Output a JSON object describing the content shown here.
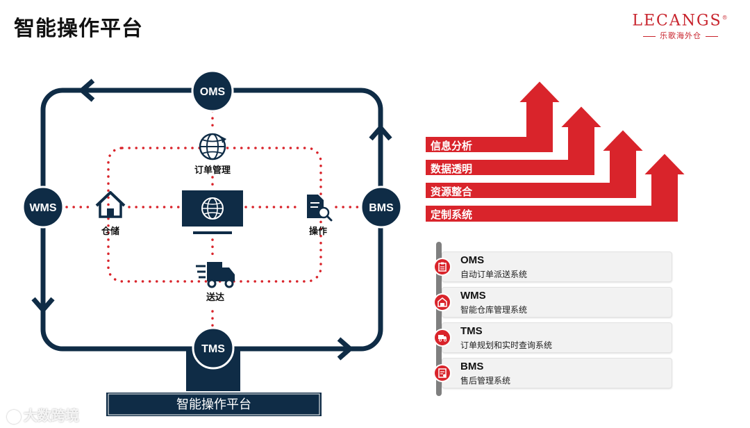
{
  "title": "智能操作平台",
  "logo": {
    "main": "LECANGS",
    "sub": "乐歌海外仓"
  },
  "diagram": {
    "systems": {
      "oms": "OMS",
      "wms": "WMS",
      "bms": "BMS",
      "tms": "TMS"
    },
    "modules": {
      "order": "订单管理",
      "warehouse": "仓储",
      "operation": "操作",
      "delivery": "送达"
    },
    "base_label": "智能操作平台"
  },
  "benefits": [
    "信息分析",
    "数据透明",
    "资源整合",
    "定制系统"
  ],
  "system_list": [
    {
      "name": "OMS",
      "desc": "自动订单派送系统",
      "icon": "clipboard-icon"
    },
    {
      "name": "WMS",
      "desc": "智能仓库管理系统",
      "icon": "warehouse-icon"
    },
    {
      "name": "TMS",
      "desc": "订单规划和实时查询系统",
      "icon": "truck-icon"
    },
    {
      "name": "BMS",
      "desc": "售后管理系统",
      "icon": "invoice-icon"
    }
  ],
  "watermark": "大数跨境",
  "colors": {
    "navy": "#0f2c46",
    "red": "#d9242b",
    "dots": "#d9242b"
  }
}
